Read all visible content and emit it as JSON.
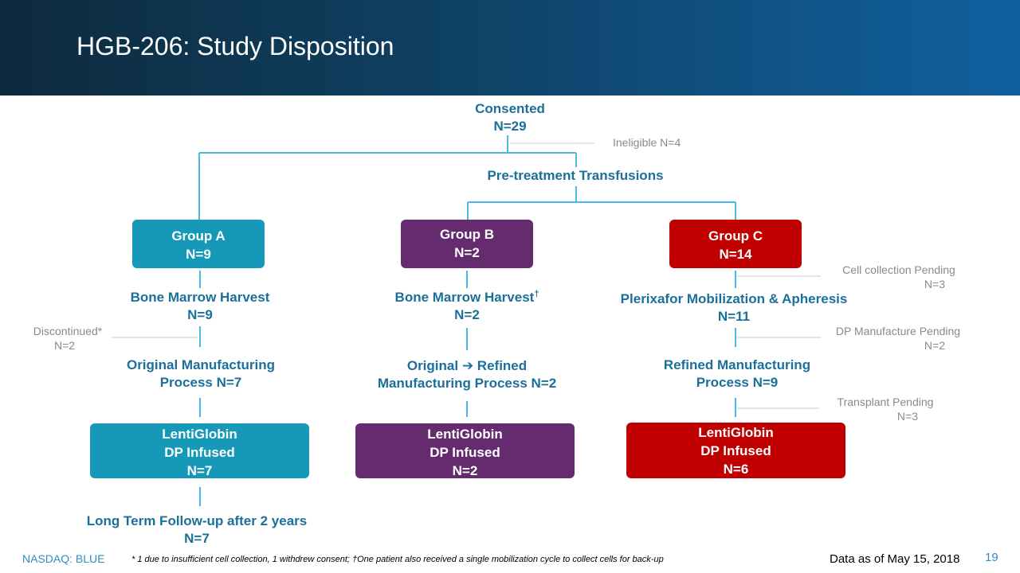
{
  "title": "HGB-206: Study Disposition",
  "consented": {
    "label": "Consented",
    "n": "N=29"
  },
  "ineligible": "Ineligible  N=4",
  "pretreatment": "Pre-treatment Transfusions",
  "group_a": {
    "name": "Group A",
    "n": "N=9",
    "harvest": "Bone Marrow Harvest",
    "harvest_n": "N=9",
    "discontinued": "Discontinued*",
    "discontinued_n": "N=2",
    "process_line1": "Original Manufacturing",
    "process_line2": "Process N=7",
    "infused_line1": "LentiGlobin",
    "infused_line2": "DP Infused",
    "infused_n": "N=7",
    "followup": "Long Term Follow-up after 2 years",
    "followup_n": "N=7"
  },
  "group_b": {
    "name": "Group B",
    "n": "N=2",
    "harvest": "Bone Marrow Harvest",
    "harvest_mark": "†",
    "harvest_n": "N=2",
    "process_from": "Original",
    "process_arrow": "➔",
    "process_to": "Refined",
    "process_line2": "Manufacturing Process N=2",
    "infused_line1": "LentiGlobin",
    "infused_line2": "DP Infused",
    "infused_n": "N=2"
  },
  "group_c": {
    "name": "Group C",
    "n": "N=14",
    "cell_pending": "Cell collection Pending",
    "cell_pending_n": "N=3",
    "mobilization": "Plerixafor Mobilization & Apheresis",
    "mobilization_n": "N=11",
    "dp_pending": "DP Manufacture Pending",
    "dp_pending_n": "N=2",
    "process_line1": "Refined Manufacturing",
    "process_line2": "Process N=9",
    "transplant_pending": "Transplant Pending",
    "transplant_pending_n": "N=3",
    "infused_line1": "LentiGlobin",
    "infused_line2": "DP Infused",
    "infused_n": "N=6"
  },
  "footer": {
    "ticker": "NASDAQ: BLUE",
    "footnote": "* 1 due to insufficient cell collection, 1 withdrew consent; †One patient also received a single mobilization cycle to collect cells for back-up",
    "date": "Data as of May 15, 2018",
    "page": "19"
  },
  "colors": {
    "header_dark": "#0d2a3e",
    "header_light": "#1060a0",
    "label_blue": "#1b6f99",
    "connector": "#4ab8e8",
    "group_a": "#1699b8",
    "group_b": "#642c6e",
    "group_c": "#c00000"
  }
}
